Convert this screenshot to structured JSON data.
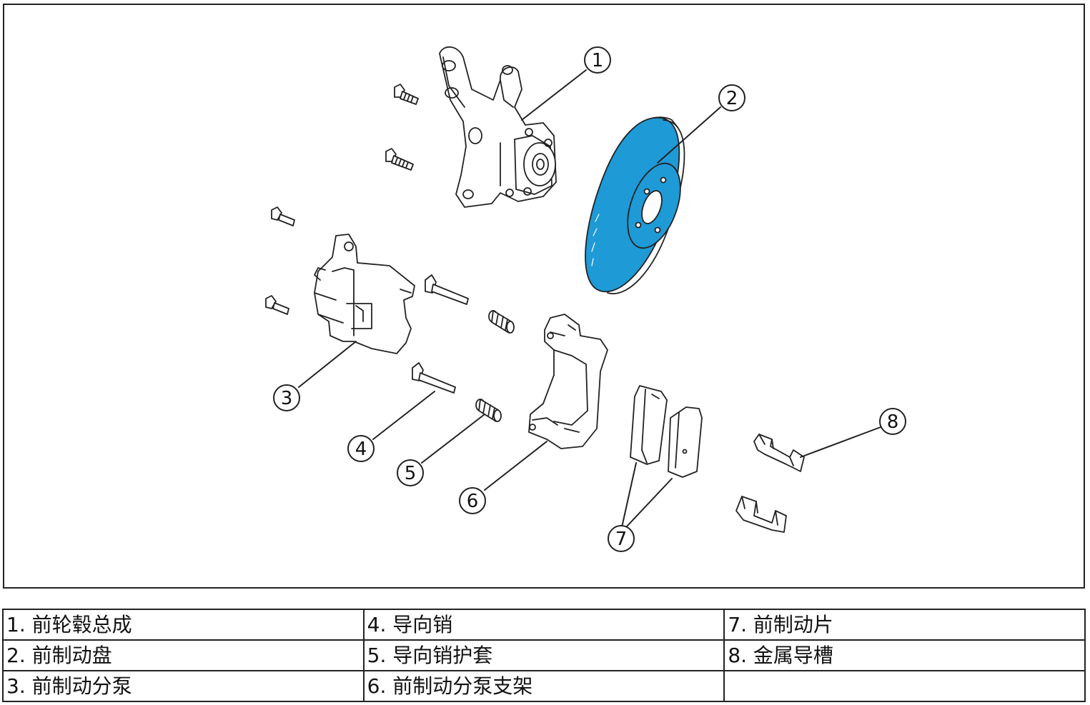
{
  "callouts": [
    "1",
    "2",
    "3",
    "4",
    "5",
    "6",
    "7",
    "8"
  ],
  "legend": {
    "rows": [
      [
        "1. 前轮毂总成",
        "4. 导向销",
        "7. 前制动片"
      ],
      [
        "2. 前制动盘",
        "5. 导向销护套",
        "8. 金属导槽"
      ],
      [
        "3. 前制动分泵",
        "6. 前制动分泵支架",
        ""
      ]
    ]
  },
  "colors": {
    "highlight": "#1e9ad6",
    "line": "#222222"
  }
}
